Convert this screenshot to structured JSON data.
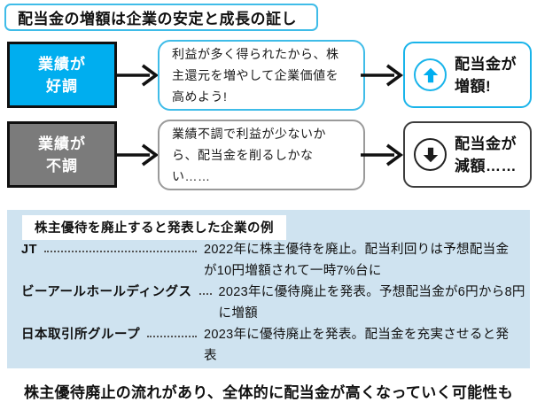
{
  "title": "配当金の増額は企業の安定と成長の証し",
  "flows": [
    {
      "condition_line1": "業績が",
      "condition_line2": "好調",
      "bubble": "利益が多く得られたから、株主還元を増やして企業価値を高めよう!",
      "result_line1": "配当金が",
      "result_line2": "増額!",
      "direction": "up"
    },
    {
      "condition_line1": "業績が",
      "condition_line2": "不調",
      "bubble": "業績不調で利益が少ないから、配当金を削るしかない……",
      "result_line1": "配当金が",
      "result_line2": "減額……",
      "direction": "down"
    }
  ],
  "examples": {
    "header": "株主優待を廃止すると発表した企業の例",
    "rows": [
      {
        "name": "JT",
        "desc": "2022年に株主優待を廃止。配当利回りは予想配当金が10円増額されて一時7%台に"
      },
      {
        "name": "ビーアールホールディングス",
        "desc": "2023年に優待廃止を発表。予想配当金が6円から8円に増額"
      },
      {
        "name": "日本取引所グループ",
        "desc": "2023年に優待廃止を発表。配当金を充実させると発表"
      }
    ]
  },
  "footer": "株主優待廃止の流れがあり、全体的に配当金が高くなっていく可能性も",
  "colors": {
    "accent_blue": "#00aeef",
    "light_blue_border": "#3fbce8",
    "panel_bg": "#cfe3f0",
    "gray_fill": "#7b7b7b",
    "dark": "#111111"
  }
}
